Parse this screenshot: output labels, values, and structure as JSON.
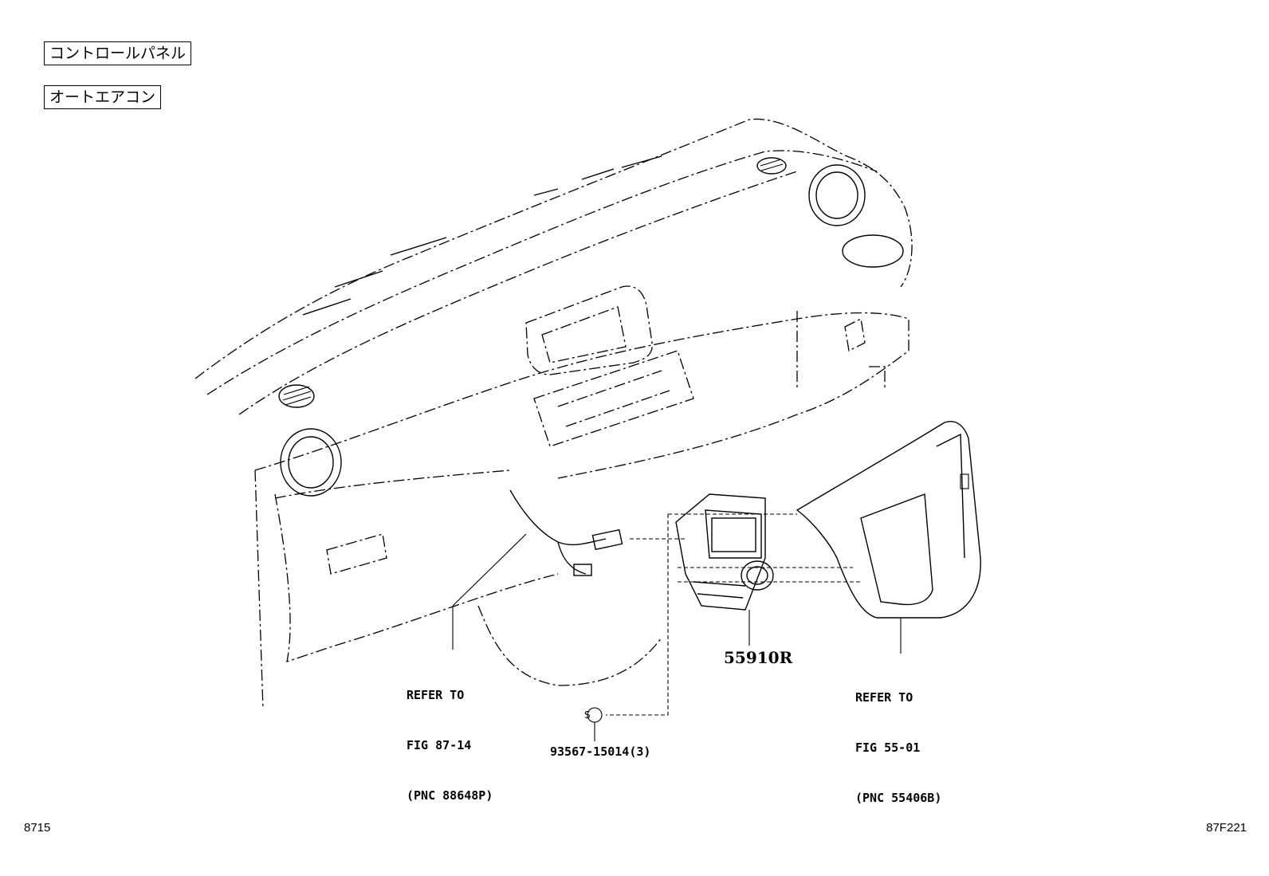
{
  "labels": {
    "control_panel": "コントロールパネル",
    "auto_aircon": "オートエアコン"
  },
  "callouts": {
    "refer_left": {
      "line1": "REFER TO",
      "line2": "FIG 87-14",
      "line3": "(PNC 88648P)"
    },
    "refer_right": {
      "line1": "REFER TO",
      "line2": "FIG 55-01",
      "line3": "(PNC 55406B)"
    },
    "part_main": "55910R",
    "screw_part": "93567-15014(3)",
    "screw_symbol": "S"
  },
  "footer": {
    "left_code": "8715",
    "right_code": "87F221"
  }
}
